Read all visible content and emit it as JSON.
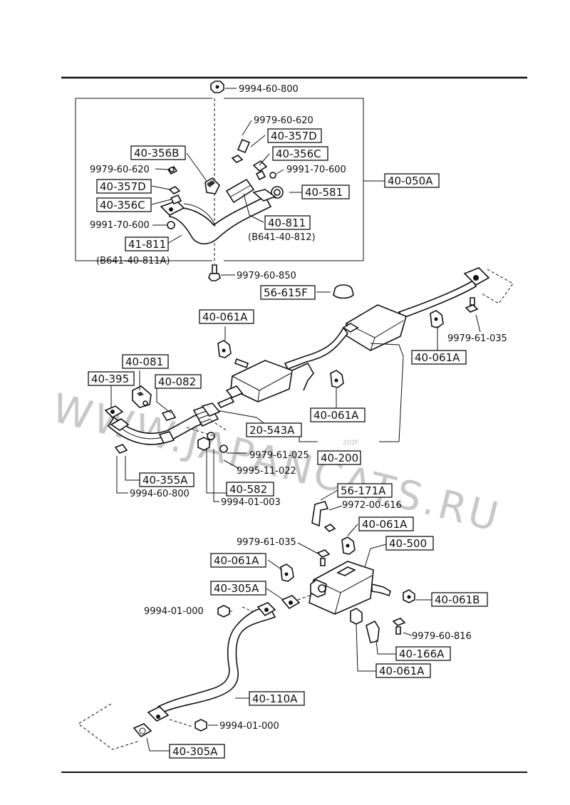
{
  "watermark": {
    "text": "WWW.JAPANCATS.RU",
    "small": "202F"
  },
  "labels": {
    "p9994_60_800_top": "9994-60-800",
    "p9979_60_620_r": "9979-60-620",
    "p40_357D_r": "40-357D",
    "p40_356C_r": "40-356C",
    "p9991_70_600_r": "9991-70-600",
    "p40_581": "40-581",
    "p40_050A": "40-050A",
    "p40_356B": "40-356B",
    "p9979_60_620_l": "9979-60-620",
    "p40_357D_l": "40-357D",
    "p40_356C_l": "40-356C",
    "p9991_70_600_l": "9991-70-600",
    "p40_811": "40-811",
    "p40_811_alt": "(B641-40-812)",
    "p41_811": "41-811",
    "p41_811_alt": "(B641-40-811A)",
    "p9979_60_850": "9979-60-850",
    "p56_615F": "56-615F",
    "p40_061A_a": "40-061A",
    "p9979_61_035_a": "9979-61-035",
    "p40_061A_b": "40-061A",
    "p40_081": "40-081",
    "p40_395": "40-395",
    "p40_082": "40-082",
    "p40_061A_c": "40-061A",
    "p20_543A": "20-543A",
    "p40_200": "40-200",
    "p9979_61_025": "9979-61-025",
    "p9995_11_022": "9995-11-022",
    "p40_355A": "40-355A",
    "p40_582": "40-582",
    "p9994_60_800_b": "9994-60-800",
    "p9994_01_003": "9994-01-003",
    "p56_171A": "56-171A",
    "p9972_00_616": "9972-00-616",
    "p40_061A_d": "40-061A",
    "p9979_61_035_b": "9979-61-035",
    "p40_500": "40-500",
    "p40_061A_e": "40-061A",
    "p40_305A_a": "40-305A",
    "p40_061B": "40-061B",
    "p9994_01_000_a": "9994-01-000",
    "p9979_60_816": "9979-60-816",
    "p40_166A": "40-166A",
    "p40_061A_f": "40-061A",
    "p40_110A": "40-110A",
    "p9994_01_000_b": "9994-01-000",
    "p40_305A_b": "40-305A"
  }
}
